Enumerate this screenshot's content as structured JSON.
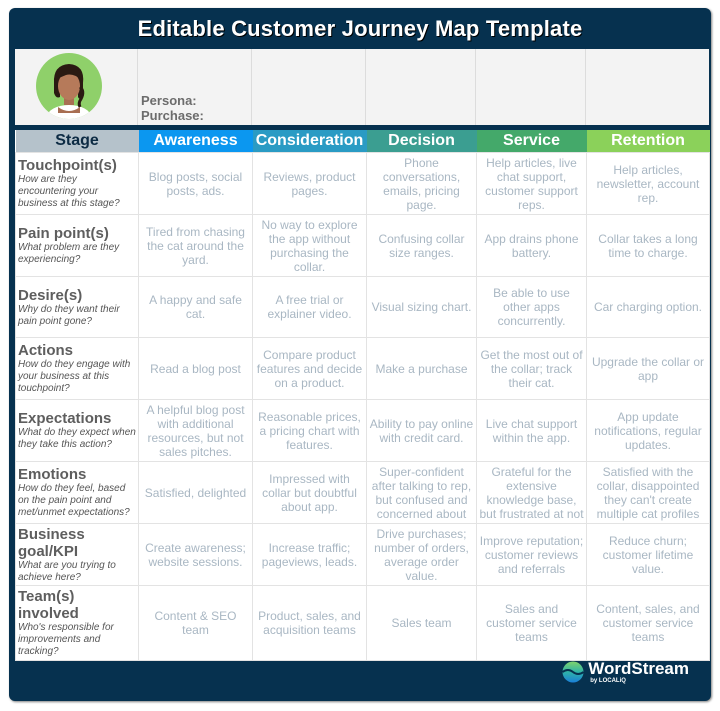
{
  "title": "Editable Customer Journey Map Template",
  "persona": {
    "persona_label": "Persona:",
    "purchase_label": "Purchase:",
    "avatar_icon": "person-avatar-icon"
  },
  "stages": [
    {
      "label": "Awareness",
      "color": "#0b97f0"
    },
    {
      "label": "Consideration",
      "color": "#2a9bc4"
    },
    {
      "label": "Decision",
      "color": "#3b9e91"
    },
    {
      "label": "Service",
      "color": "#44a96a"
    },
    {
      "label": "Retention",
      "color": "#8bd15a"
    }
  ],
  "stage_header": {
    "label": "Stage",
    "color": "#b5c2cb"
  },
  "rows": [
    {
      "title": "Touchpoint(s)",
      "subtitle": "How are they encountering your business at this stage?",
      "cells": [
        "Blog posts, social posts, ads.",
        "Reviews, product pages.",
        "Phone conversations, emails, pricing page.",
        "Help articles, live chat support, customer support reps.",
        "Help articles, newsletter, account rep."
      ]
    },
    {
      "title": "Pain point(s)",
      "subtitle": "What problem are they experiencing?",
      "cells": [
        "Tired from chasing the cat around the yard.",
        "No way to explore the app without purchasing the collar.",
        "Confusing collar size ranges.",
        "App drains phone battery.",
        "Collar takes a long time to charge."
      ]
    },
    {
      "title": "Desire(s)",
      "subtitle": "Why do they want their pain point gone?",
      "cells": [
        "A happy and safe cat.",
        "A free trial or explainer video.",
        "Visual sizing chart.",
        "Be able to use other apps concurrently.",
        "Car charging option."
      ]
    },
    {
      "title": "Actions",
      "subtitle": "How do they engage with your business at this touchpoint?",
      "cells": [
        "Read a blog post",
        "Compare product features and decide on a product.",
        "Make a purchase",
        "Get the most out of the collar; track their cat.",
        "Upgrade the collar or app"
      ]
    },
    {
      "title": "Expectations",
      "subtitle": "What do they expect when they take this action?",
      "cells": [
        "A helpful blog post with additional resources, but not sales pitches.",
        "Reasonable prices, a pricing chart with features.",
        "Ability to pay online with credit card.",
        "Live chat support within the app.",
        "App update notifications, regular updates."
      ]
    },
    {
      "title": "Emotions",
      "subtitle": "How do they feel, based on the pain point and met/unmet expectations?",
      "cells": [
        "Satisfied, delighted",
        "Impressed with collar but doubtful about app.",
        "Super-confident after talking to rep, but confused and concerned about collar sizes.",
        "Grateful for the extensive knowledge base, but frustrated at not being able to chat.",
        "Satisfied with the collar,  disappointed they can't create multiple cat profiles for one collar."
      ]
    },
    {
      "title": "Business goal/KPI",
      "subtitle": "What are you trying to achieve here?",
      "cells": [
        "Create awareness; website sessions.",
        "Increase traffic; pageviews, leads.",
        "Drive purchases; number of orders, average order value.",
        "Improve reputation; customer reviews and referrals",
        "Reduce churn; customer lifetime value."
      ]
    },
    {
      "title": "Team(s) involved",
      "subtitle": "Who's responsible for improvements and tracking?",
      "cells": [
        "Content & SEO team",
        "Product, sales, and acquisition teams",
        "Sales team",
        "Sales and customer service teams",
        "Content, sales, and customer service teams"
      ]
    }
  ],
  "footer": {
    "brand": "WordStream",
    "byline": "by LOCALiQ",
    "logo_icon": "wordstream-wave-icon"
  }
}
